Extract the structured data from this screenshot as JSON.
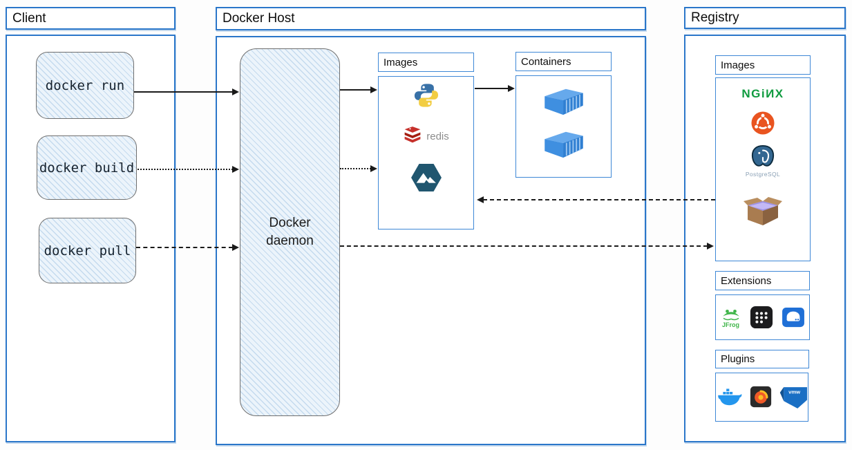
{
  "client": {
    "title": "Client",
    "commands": [
      "docker run",
      "docker build",
      "docker pull"
    ]
  },
  "docker_host": {
    "title": "Docker Host",
    "daemon_label": "Docker daemon",
    "images_panel": {
      "title": "Images",
      "items": [
        {
          "icon": "python-icon"
        },
        {
          "icon": "redis-icon",
          "label": "redis"
        },
        {
          "icon": "alpine-icon"
        }
      ]
    },
    "containers_panel": {
      "title": "Containers",
      "container_count": 2
    }
  },
  "registry": {
    "title": "Registry",
    "images_panel": {
      "title": "Images",
      "items": [
        {
          "icon": "nginx-icon",
          "label": "NGiИX"
        },
        {
          "icon": "ubuntu-icon"
        },
        {
          "icon": "postgresql-icon",
          "label": "PostgreSQL"
        },
        {
          "icon": "package-box-icon"
        }
      ]
    },
    "extensions_panel": {
      "title": "Extensions",
      "items": [
        {
          "icon": "jfrog-icon",
          "label": "JFrog"
        },
        {
          "icon": "apps-grid-icon"
        },
        {
          "icon": "disk-drive-icon"
        }
      ]
    },
    "plugins_panel": {
      "title": "Plugins",
      "items": [
        {
          "icon": "docker-whale-icon"
        },
        {
          "icon": "grafana-icon"
        },
        {
          "icon": "vmware-icon",
          "label": "vmw"
        }
      ]
    }
  },
  "colors": {
    "frame_blue": "#2a76c9",
    "subpanel_blue": "#3d87d6",
    "sketch_fill": "#ecf4fb",
    "arrow_black": "#1a1a1a",
    "nginx_green": "#0f9b3f",
    "ubuntu_orange": "#e95420",
    "redis_red": "#c6302b",
    "alpine_teal": "#20566f",
    "container_blue": "#3f8fe0",
    "docker_blue": "#2496ed",
    "grafana_orange": "#f05a28",
    "vmware_blue": "#1a6fc4"
  }
}
